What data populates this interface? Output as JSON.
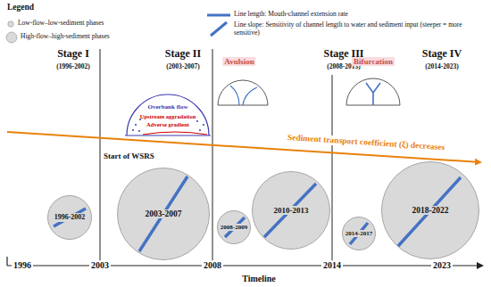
{
  "diagram": {
    "nodes": [
      {
        "text": [
          "1996-2002"
        ]
      },
      {
        "text": [
          "2003-2007"
        ]
      },
      {
        "text": [
          "2008-2009"
        ]
      },
      {
        "text": [
          "2010-2013"
        ]
      },
      {
        "text": [
          "2014-2017"
        ]
      },
      {
        "text": [
          "2018-2022"
        ]
      }
    ],
    "labels": [
      "Legend",
      "Stage I",
      "(1996-2002)",
      "Stage II",
      "(2003-2007)",
      "Avulsion",
      "Stage III",
      "(2008-2013)",
      "Bifurcation",
      "Stage IV",
      "(2014-2023)",
      "Overbank flow",
      "Upstream aggradation",
      "Adverse gradient",
      "Start of WSRS",
      "Sediment transport coefficient (ξ) decreases",
      "1996",
      "2003",
      "2008",
      "2014",
      "2023",
      "Timeline"
    ],
    "legend": [
      {
        "text": "Low-flow–low-sediment phases"
      },
      {
        "text": "High-flow–high-sediment phases"
      },
      {
        "text": "Line length: Mouth-channel extension rate"
      },
      {
        "text": "Line slope: Sensitivity of channel length to water and sediment input (steeper = more sensitive)"
      }
    ]
  }
}
